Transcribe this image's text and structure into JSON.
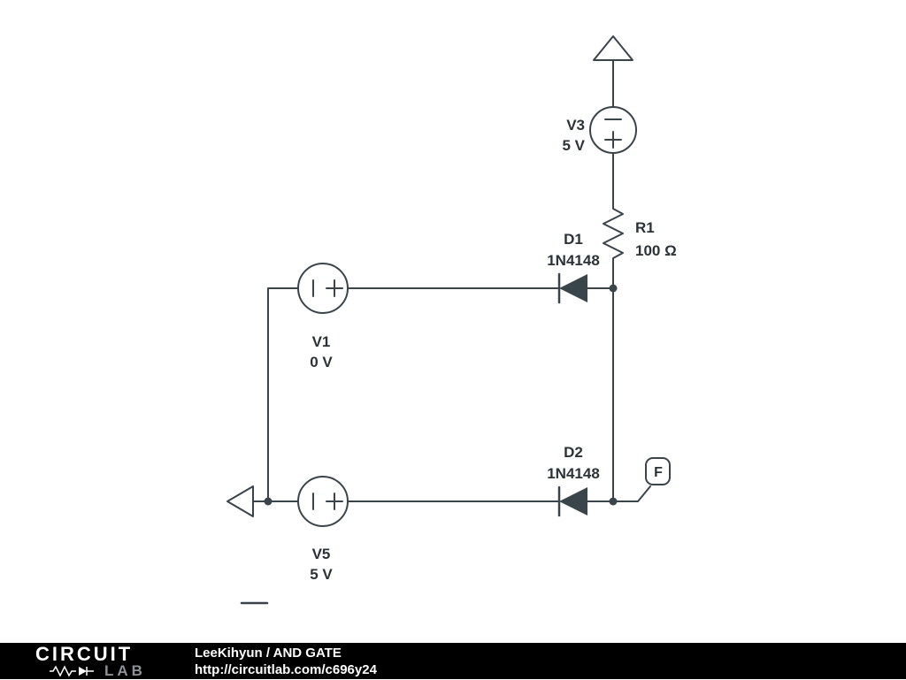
{
  "schematic": {
    "v3": {
      "ref": "V3",
      "value": "5 V"
    },
    "r1": {
      "ref": "R1",
      "value": "100 Ω"
    },
    "d1": {
      "ref": "D1",
      "value": "1N4148"
    },
    "v1": {
      "ref": "V1",
      "value": "0 V"
    },
    "d2": {
      "ref": "D2",
      "value": "1N4148"
    },
    "v5": {
      "ref": "V5",
      "value": "5 V"
    },
    "flag_f": {
      "label": "F"
    }
  },
  "footer": {
    "logo_top": "CIRCUIT",
    "logo_bottom": "LAB",
    "credit": "LeeKihyun / AND GATE",
    "url": "http://circuitlab.com/c696y24"
  },
  "colors": {
    "wire": "#3a444b",
    "label": "#2b3338",
    "footer_bg": "#000000",
    "footer_text": "#ffffff",
    "logo_gray": "#8d9296"
  }
}
